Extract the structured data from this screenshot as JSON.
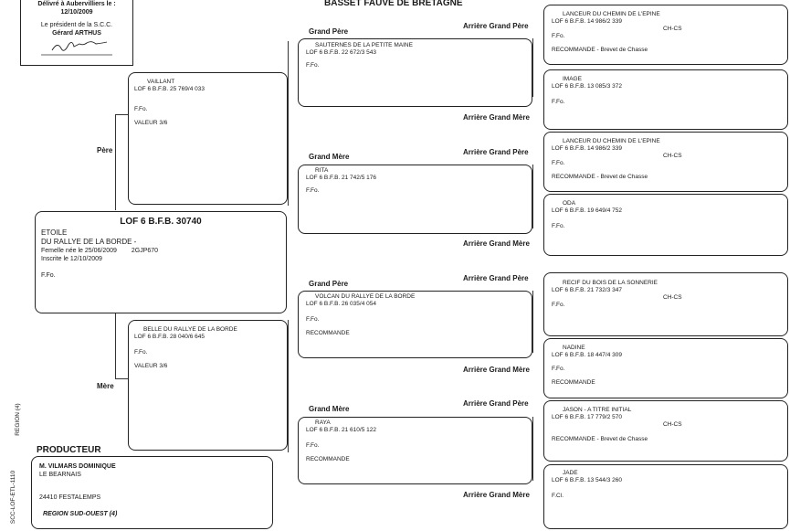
{
  "header": {
    "delivered": "Délivré à Aubervilliers le :",
    "delivered_date": "12/10/2009",
    "president": "Le président de la S.C.C.",
    "president_name": "Gérard ARTHUS",
    "title": "BASSET FAUVE DE BRETAGNE"
  },
  "labels": {
    "pere": "Père",
    "mere": "Mère",
    "grand_pere": "Grand Père",
    "grand_mere": "Grand Mère",
    "ag_pere": "Arrière Grand Père",
    "ag_mere": "Arrière Grand Mère",
    "producteur": "PRODUCTEUR"
  },
  "subject": {
    "lof": "LOF 6 B.F.B. 30740",
    "name1": "ETOILE",
    "name2": "DU RALLYE DE LA BORDE -",
    "birth": "Femelle née le  25/06/2009",
    "id": "2GJP670",
    "registered": "Inscrite le 12/10/2009",
    "color": "F.Fo."
  },
  "sire": {
    "name": "VAILLANT",
    "lof": "LOF 6 B.F.B. 25 769/4 033",
    "color": "F.Fo.",
    "value": "VALEUR 3/6"
  },
  "dam": {
    "name": "BELLE  DU RALLYE DE LA BORDE",
    "lof": "LOF 6 B.F.B. 28 040/6 645",
    "color": "F.Fo.",
    "value": "VALEUR 3/6"
  },
  "gp1": {
    "name": "SAUTERNES  DE LA PETITE MAINE",
    "lof": "LOF 6 B.F.B. 22 672/3 543",
    "color": "F.Fo."
  },
  "gm1": {
    "name": "RITA",
    "lof": "LOF 6 B.F.B. 21 742/5 176",
    "color": "F.Fo."
  },
  "gp2": {
    "name": "VOLCAN  DU RALLYE DE LA BORDE",
    "lof": "LOF 6 B.F.B. 26 035/4 054",
    "color": "F.Fo.",
    "note": "RECOMMANDE"
  },
  "gm2": {
    "name": "RAYA",
    "lof": "LOF 6 B.F.B. 21 610/5 122",
    "color": "F.Fo.",
    "note": "RECOMMANDE"
  },
  "ggp": [
    {
      "name": "LANCEUR  DU CHEMIN DE L'EPINE",
      "lof": "LOF 6 B.F.B. 14 986/2 339",
      "title": "CH-CS",
      "color": "F.Fo.",
      "note": "RECOMMANDE - Brevet de Chasse"
    },
    {
      "name": "IMAGE",
      "lof": "LOF 6 B.F.B. 13 085/3 372",
      "title": "",
      "color": "F.Fo.",
      "note": ""
    },
    {
      "name": "LANCEUR  DU CHEMIN DE L'EPINE",
      "lof": "LOF 6 B.F.B. 14 986/2 339",
      "title": "CH-CS",
      "color": "F.Fo.",
      "note": "RECOMMANDE - Brevet de Chasse"
    },
    {
      "name": "ODA",
      "lof": "LOF 6 B.F.B. 19 649/4 752",
      "title": "",
      "color": "F.Fo.",
      "note": ""
    },
    {
      "name": "RECIF  DU BOIS DE LA SONNERIE",
      "lof": "LOF 6 B.F.B. 21 732/3 347",
      "title": "CH-CS",
      "color": "F.Fo.",
      "note": ""
    },
    {
      "name": "NADINE",
      "lof": "LOF 6 B.F.B. 18 447/4 309",
      "title": "",
      "color": "F.Fo.",
      "note": "RECOMMANDE"
    },
    {
      "name": "JASON   - A TITRE INITIAL",
      "lof": "LOF 6 B.F.B. 17 779/2 570",
      "title": "CH-CS",
      "color": "F.Fo.",
      "note": "RECOMMANDE - Brevet de Chasse"
    },
    {
      "name": "JADE",
      "lof": "LOF 6 B.F.B. 13 544/3 260",
      "title": "",
      "color": "F.Cl.",
      "note": ""
    }
  ],
  "producer": {
    "name": "M. VILMARS DOMINIQUE",
    "place": "LE BEARNAIS",
    "city": "24410 FESTALEMPS",
    "region": "REGION SUD-OUEST (4)"
  },
  "margin": {
    "region": "REGION (4)",
    "code": "SCC-LOF-ETL-1110"
  }
}
